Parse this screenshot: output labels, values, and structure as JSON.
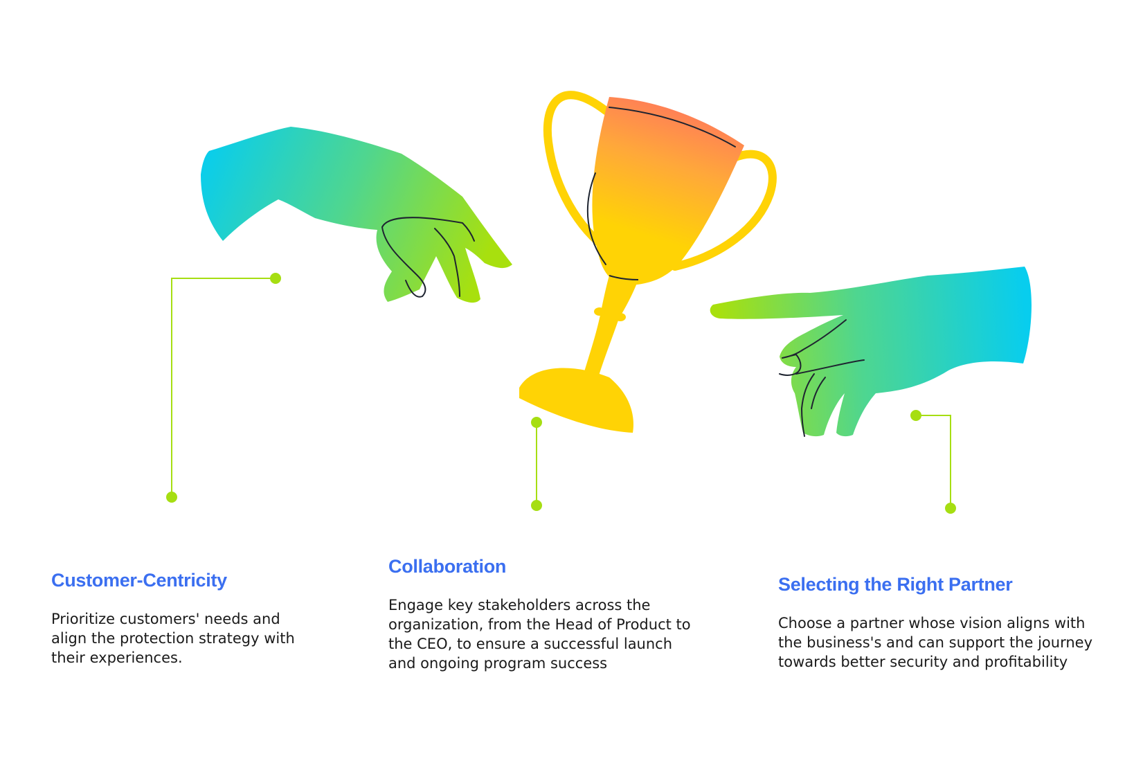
{
  "colors": {
    "accent_blue": "#3b6ff0",
    "connector_green": "#a6de12",
    "hand_cyan": "#08cdee",
    "hand_green": "#a8e00e",
    "trophy_gold": "#ffd305",
    "trophy_orange": "#ff7a5a"
  },
  "icons": {
    "left_hand": "reaching-hand-icon",
    "trophy": "trophy-icon",
    "right_hand": "pointing-hand-icon"
  },
  "blocks": [
    {
      "title": "Customer-Centricity",
      "text": "Prioritize customers' needs and align the protection strategy with their experiences."
    },
    {
      "title": "Collaboration",
      "text": "Engage key stakeholders across the organization, from the Head of Product to the CEO, to ensure a successful launch and ongoing program success"
    },
    {
      "title": "Selecting the Right Partner",
      "text": "Choose a partner whose vision aligns with the business's and can support the journey towards better security and profitability"
    }
  ]
}
